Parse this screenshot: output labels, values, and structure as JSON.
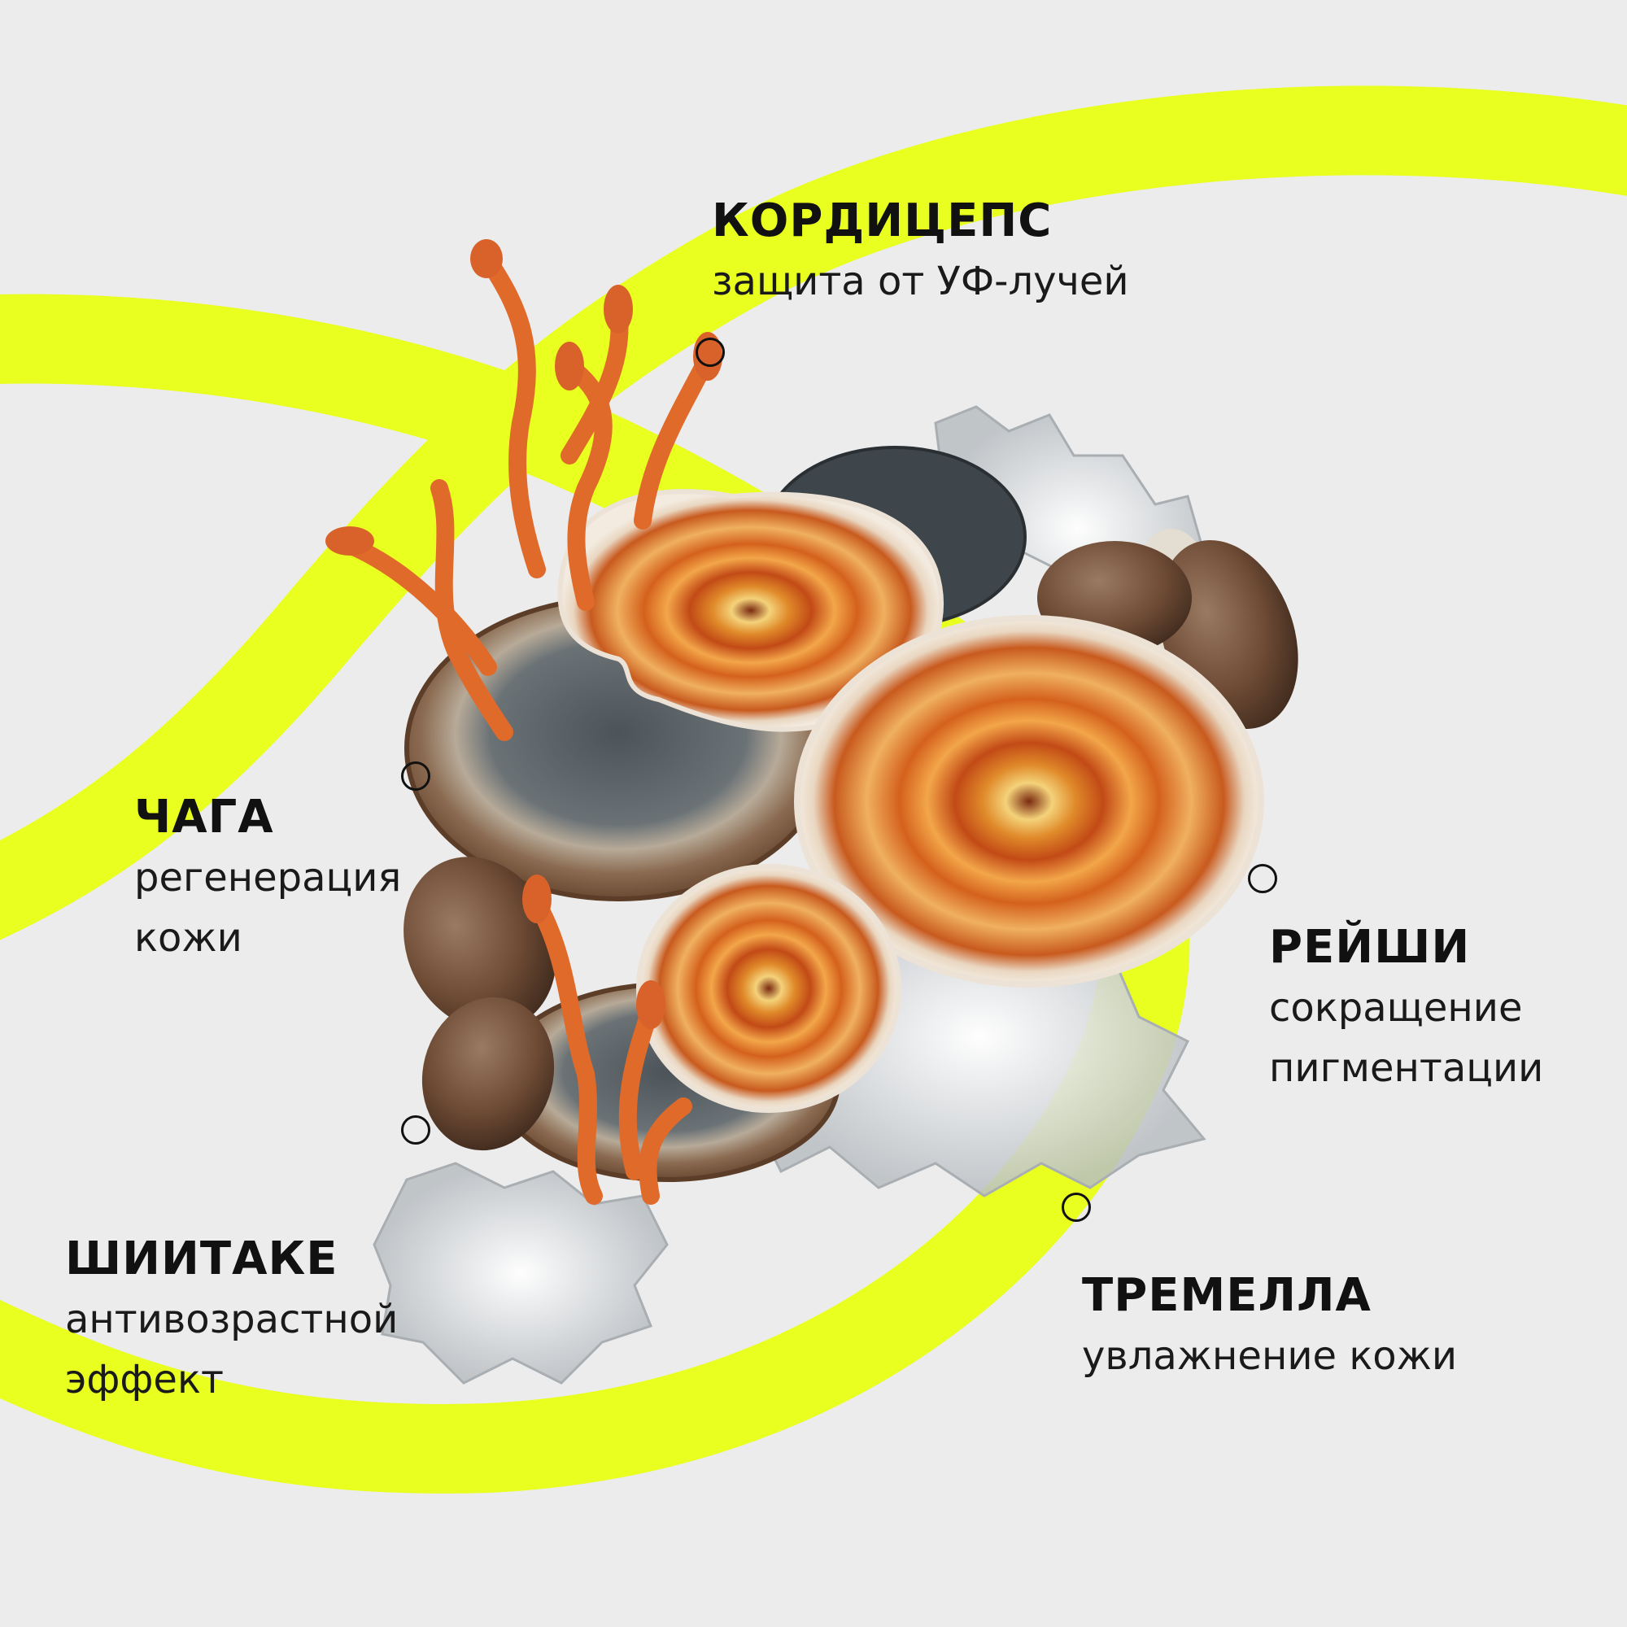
{
  "colors": {
    "background": "#ececec",
    "accent": "#e8ff1f",
    "text": "#111111"
  },
  "ingredients": [
    {
      "name": "КОРДИЦЕПС",
      "benefit": "защита от УФ-лучей"
    },
    {
      "name": "ЧАГА",
      "benefit": "регенерация\nкожи"
    },
    {
      "name": "РЕЙШИ",
      "benefit": "сокращение\nпигментации"
    },
    {
      "name": "ШИИТАКЕ",
      "benefit": "антивозрастной\nэффект"
    },
    {
      "name": "ТРЕМЕЛЛА",
      "benefit": "увлажнение кожи"
    }
  ]
}
